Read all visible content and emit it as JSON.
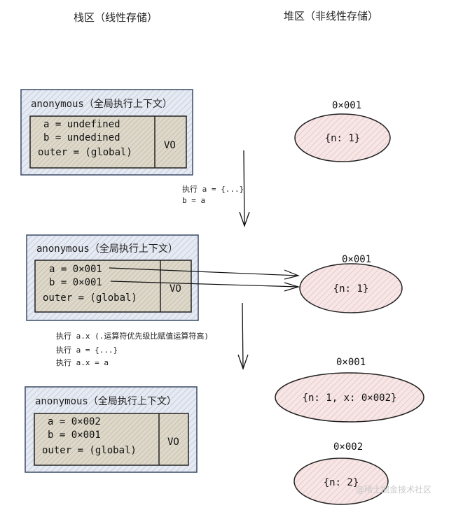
{
  "headers": {
    "stack": "栈区（线性存储）",
    "heap": "堆区（非线性存储）"
  },
  "frames": [
    {
      "title": "anonymous（全局执行上下文）",
      "vars": [
        "a = undefined",
        "b = undedined",
        "outer = (global)"
      ],
      "vo": "VO"
    },
    {
      "title": "anonymous（全局执行上下文）",
      "vars": [
        "a = 0×001",
        "b = 0×001",
        "outer = (global)"
      ],
      "vo": "VO"
    },
    {
      "title": "anonymous（全局执行上下文）",
      "vars": [
        "a = 0×002",
        "b = 0×001",
        "outer = (global)"
      ],
      "vo": "VO"
    }
  ],
  "heap_objects": [
    {
      "address": "0×001",
      "value": "{n: 1}"
    },
    {
      "address": "0×001",
      "value": "{n: 1}"
    },
    {
      "address": "0×001",
      "value": "{n: 1, x: 0×002}"
    },
    {
      "address": "0×002",
      "value": "{n: 2}"
    }
  ],
  "step_notes": [
    [
      "执行 a = {...}",
      "b = a"
    ],
    [
      "执行 a.x (.运算符优先级比赋值运算符高)",
      "执行 a = {...}",
      "执行 a.x = a"
    ]
  ],
  "watermark": "@稀土掘金技术社区",
  "colors": {
    "frame_fill": "#dde3ee",
    "frame_border": "#3a4a66",
    "inner_fill": "#d9d4c4",
    "ellipse_fill": "#f5dfe0",
    "ellipse_border": "#222222"
  }
}
